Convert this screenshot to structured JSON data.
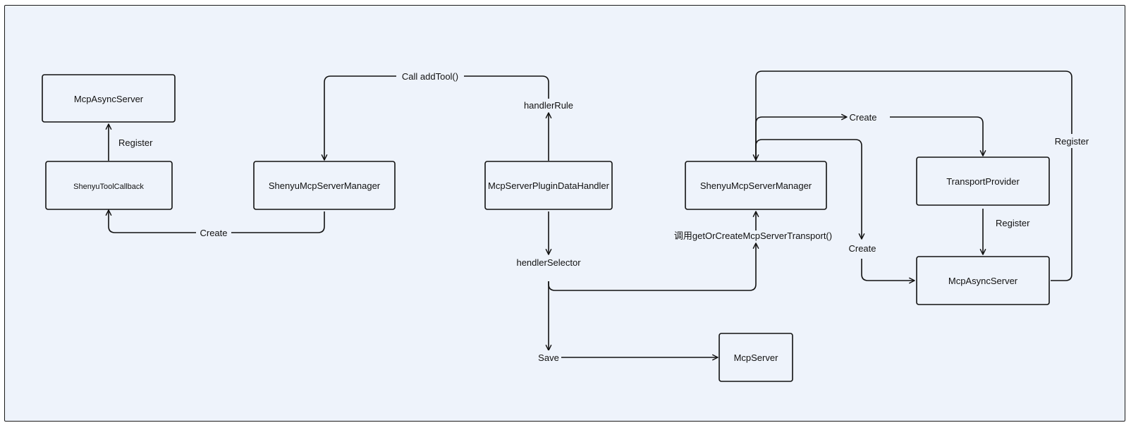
{
  "nodes": {
    "mcp_async_server_left": "McpAsyncServer",
    "shenyu_tool_callback": "ShenyuToolCallback",
    "shenyu_mcp_server_manager_left": "ShenyuMcpServerManager",
    "mcp_server_plugin_data_handler": "McpServerPluginDataHandler",
    "shenyu_mcp_server_manager_right": "ShenyuMcpServerManager",
    "transport_provider": "TransportProvider",
    "mcp_async_server_right": "McpAsyncServer",
    "mcp_server": "McpServer"
  },
  "edges": {
    "register_callback": "Register",
    "create_callback": "Create",
    "call_add_tool": "Call addTool()",
    "handler_rule": "handlerRule",
    "handler_selector": "hendlerSelector",
    "save": "Save",
    "get_or_create_transport": "调用getOrCreateMcpServerTransport()",
    "create_transport_provider": "Create",
    "create_async_server": "Create",
    "register_async_server": "Register",
    "register_back_manager": "Register"
  }
}
